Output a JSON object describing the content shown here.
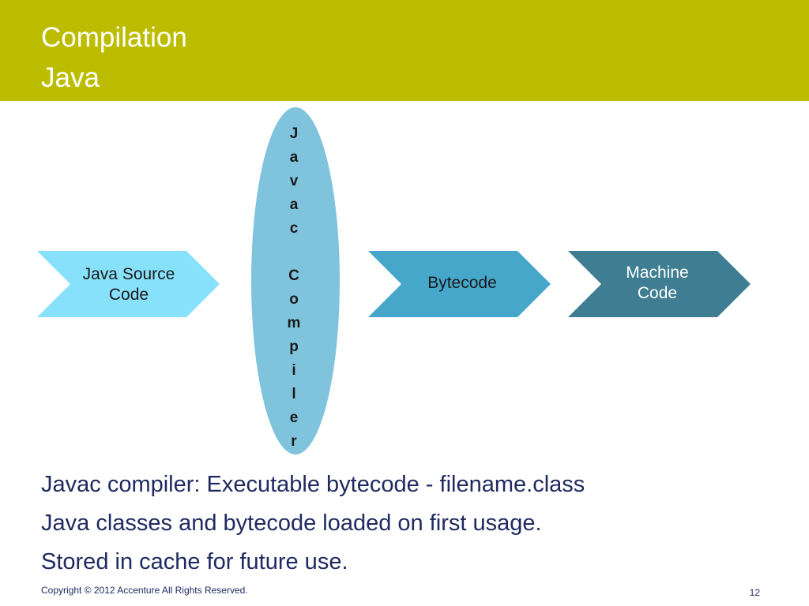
{
  "header": {
    "title_line1": "Compilation",
    "title_line2": "Java"
  },
  "diagram": {
    "source": "Java Source\nCode",
    "compiler_letters": [
      "J",
      "a",
      "v",
      "a",
      "c",
      "",
      "C",
      "o",
      "m",
      "p",
      "i",
      "l",
      "e",
      "r"
    ],
    "bytecode": "Bytecode",
    "machine": "Machine\nCode"
  },
  "bullets": [
    "Javac compiler: Executable bytecode - filename.class",
    "Java classes and bytecode loaded on first usage.",
    "Stored in cache for future use."
  ],
  "footer": {
    "copyright": "Copyright © 2012 Accenture  All Rights Reserved.",
    "page_number": "12"
  },
  "colors": {
    "header_bg": "#bcbd00",
    "source_fill": "#87e1fb",
    "compiler_fill": "#7fc3dd",
    "bytecode_fill": "#47a7cb",
    "machine_fill": "#3f7d92",
    "text_dark": "#1f2a60"
  }
}
